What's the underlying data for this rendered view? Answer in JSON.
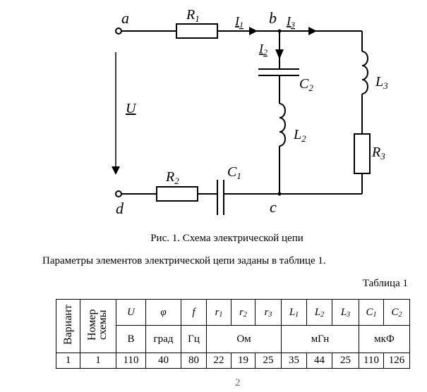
{
  "figure": {
    "nodes": [
      "a",
      "b",
      "c",
      "d"
    ],
    "voltage_label": "U",
    "components": {
      "R1": {
        "letter": "R",
        "sub": "1"
      },
      "R2": {
        "letter": "R",
        "sub": "2"
      },
      "R3": {
        "letter": "R",
        "sub": "3"
      },
      "C1": {
        "letter": "C",
        "sub": "1"
      },
      "C2": {
        "letter": "C",
        "sub": "2"
      },
      "L2": {
        "letter": "L",
        "sub": "2"
      },
      "L3": {
        "letter": "L",
        "sub": "3"
      }
    },
    "currents": {
      "I1": {
        "letter": "I",
        "sub": "1"
      },
      "I2": {
        "letter": "I",
        "sub": "2"
      },
      "I3": {
        "letter": "I",
        "sub": "3"
      }
    },
    "caption": "Рис. 1. Схема электрической цепи"
  },
  "paragraph": "Параметры элементов электрической цепи заданы в таблице 1.",
  "table_label": "Таблица 1",
  "table": {
    "col_variant": "Вариант",
    "col_scheme": "Номер схемы",
    "symbols": [
      {
        "l": "U",
        "s": ""
      },
      {
        "l": "φ",
        "s": ""
      },
      {
        "l": "f",
        "s": ""
      },
      {
        "l": "r",
        "s": "1"
      },
      {
        "l": "r",
        "s": "2"
      },
      {
        "l": "r",
        "s": "3"
      },
      {
        "l": "L",
        "s": "1"
      },
      {
        "l": "L",
        "s": "2"
      },
      {
        "l": "L",
        "s": "3"
      },
      {
        "l": "C",
        "s": "1"
      },
      {
        "l": "C",
        "s": "2"
      }
    ],
    "units": {
      "U": "В",
      "phi": "град",
      "f": "Гц",
      "r": "Ом",
      "L": "мГн",
      "C": "мкФ"
    },
    "row": [
      "1",
      "1",
      "110",
      "40",
      "80",
      "22",
      "19",
      "25",
      "35",
      "44",
      "25",
      "110",
      "126"
    ]
  },
  "page_number": "2"
}
